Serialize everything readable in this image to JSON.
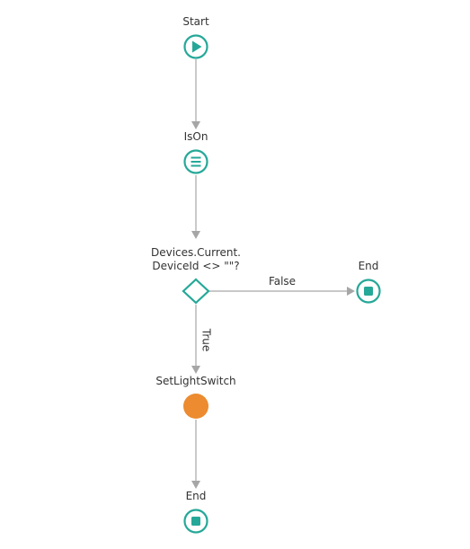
{
  "flow": {
    "start": {
      "label": "Start",
      "icon": "play-icon"
    },
    "ison": {
      "label": "IsOn",
      "icon": "equals-icon"
    },
    "condition": {
      "label_line1": "Devices.Current.",
      "label_line2": "DeviceId <> \"\"?",
      "icon": "diamond-icon"
    },
    "end_false": {
      "label": "End",
      "icon": "stop-icon"
    },
    "set_light": {
      "label": "SetLightSwitch",
      "icon": "action-circle-icon"
    },
    "end_true": {
      "label": "End",
      "icon": "stop-icon"
    },
    "edges": {
      "false_label": "False",
      "true_label": "True"
    }
  },
  "colors": {
    "teal": "#25a898",
    "orange": "#ec8b30",
    "connector": "#a6a6a6",
    "text": "#333333"
  }
}
